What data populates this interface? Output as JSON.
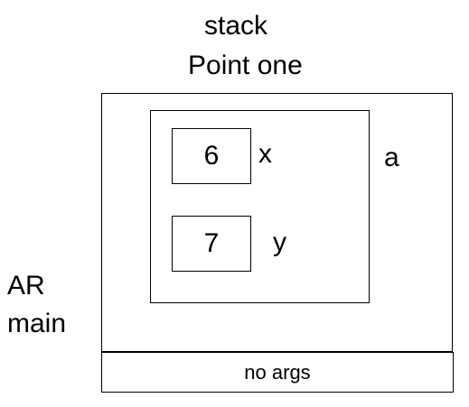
{
  "stack": {
    "heading": "stack",
    "title": "Point one",
    "frame_label_line1": "AR",
    "frame_label_line2": "main",
    "object_label": "a",
    "fields": [
      {
        "name": "x",
        "value": "6"
      },
      {
        "name": "y",
        "value": "7"
      }
    ],
    "args_label": "no args"
  }
}
